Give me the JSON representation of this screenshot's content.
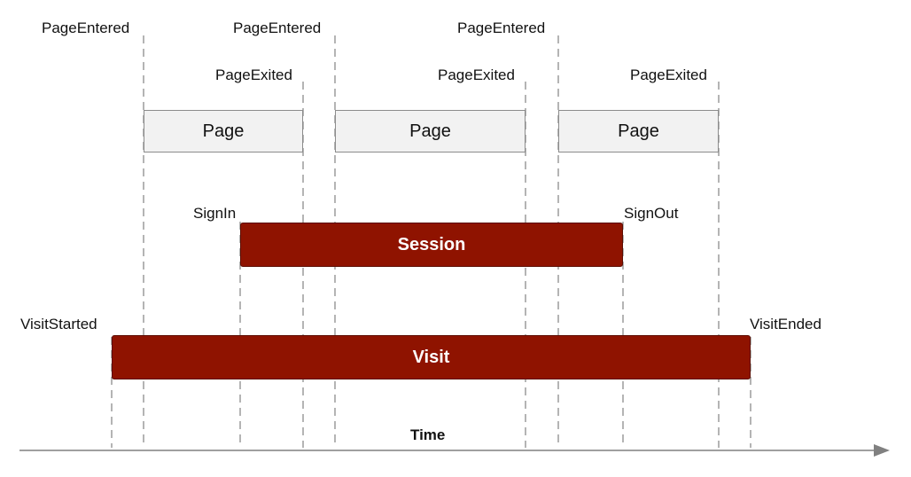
{
  "labels": {
    "page_entered": "PageEntered",
    "page_exited": "PageExited",
    "sign_in": "SignIn",
    "sign_out": "SignOut",
    "visit_started": "VisitStarted",
    "visit_ended": "VisitEnded",
    "time": "Time"
  },
  "boxes": {
    "page": "Page",
    "session": "Session",
    "visit": "Visit"
  },
  "colors": {
    "bar_fill": "#8f1300",
    "page_fill": "#f2f2f2",
    "guide_line": "#8c8c8c",
    "axis": "#808080"
  }
}
